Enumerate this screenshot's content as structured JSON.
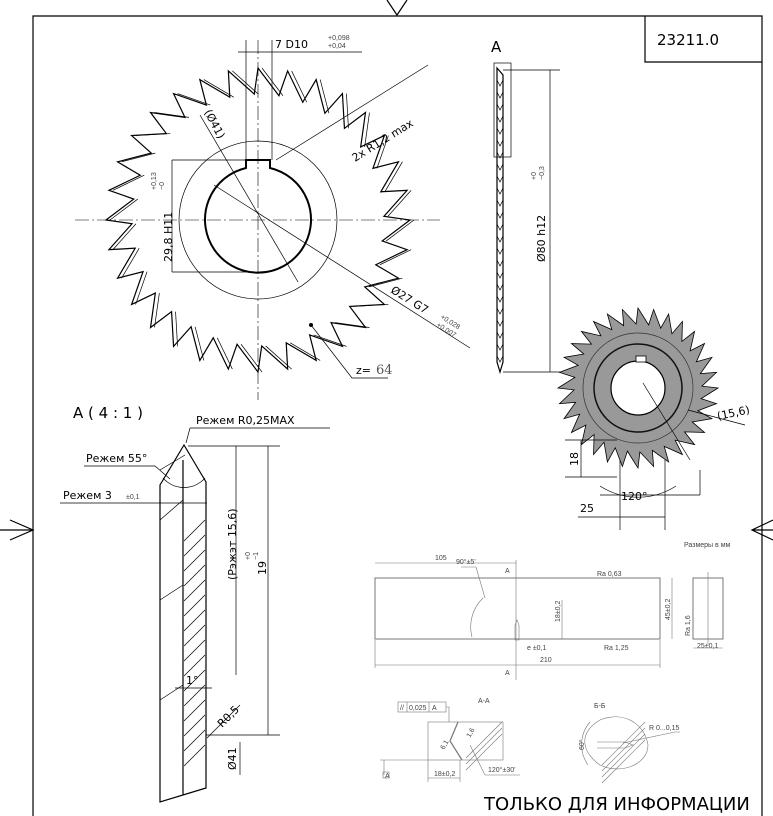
{
  "title_block": {
    "code": "23211.0"
  },
  "main_view": {
    "keyway_width": "7 D10",
    "keyway_tol_upper": "+0,098",
    "keyway_tol_lower": "+0,04",
    "corner_radius": "2x R1,2 max",
    "hub_diameter": "(Ø41)",
    "key_height": "29,8 H11",
    "key_height_tol_upper": "+0,13",
    "key_height_tol_lower": "−0",
    "bore": "Ø27 G7",
    "bore_tol_upper": "+0,028",
    "bore_tol_lower": "+0,007",
    "teeth_label": "z=",
    "teeth_count": "64"
  },
  "side_view": {
    "view_label": "A",
    "outer_diameter": "Ø80 h12",
    "od_tol_upper": "+0",
    "od_tol_lower": "−0,3"
  },
  "detail_a": {
    "title": "A ( 4 : 1 )",
    "tip_radius": "Режем R0,25MAX",
    "angle": "Режем 55°",
    "width": "Режем 3",
    "width_tol": "±0,1",
    "tooth_depth": "(Рэжэт 15,6)",
    "height": "19",
    "height_tol_upper": "+0",
    "height_tol_lower": "−1",
    "relief_angle": "1°",
    "root_radius": "R0,5",
    "diameter": "Ø41"
  },
  "iso_view": {
    "depth": "(15,6)",
    "height": "18",
    "angle": "120°",
    "width": "25"
  },
  "specimen": {
    "units_note": "Размеры в мм",
    "half_length": "105",
    "section_mark": "A",
    "roughness_top": "Ra 0,63",
    "angle": "90°±5'",
    "notch_depth": "18±0,2",
    "height": "45±0,2",
    "offset": "e ±0,1",
    "roughness_bottom": "Ra 1,25",
    "length": "210",
    "roughness_side": "Ra 1,6",
    "thickness": "25±0,1",
    "tolerance_frame": [
      "//",
      "0,025",
      "A"
    ],
    "section_aa": "A-A",
    "section_bb": "Б-Б",
    "aa_dim_1": "1,6",
    "aa_dim_2": "6,1",
    "aa_width": "18±0,2",
    "aa_angle": "120°±30'",
    "bb_radius": "R 0...0,15",
    "bb_angle": "60°",
    "datum": "A"
  },
  "watermark": "ТОЛЬКО ДЛЯ ИНФОРМАЦИИ"
}
